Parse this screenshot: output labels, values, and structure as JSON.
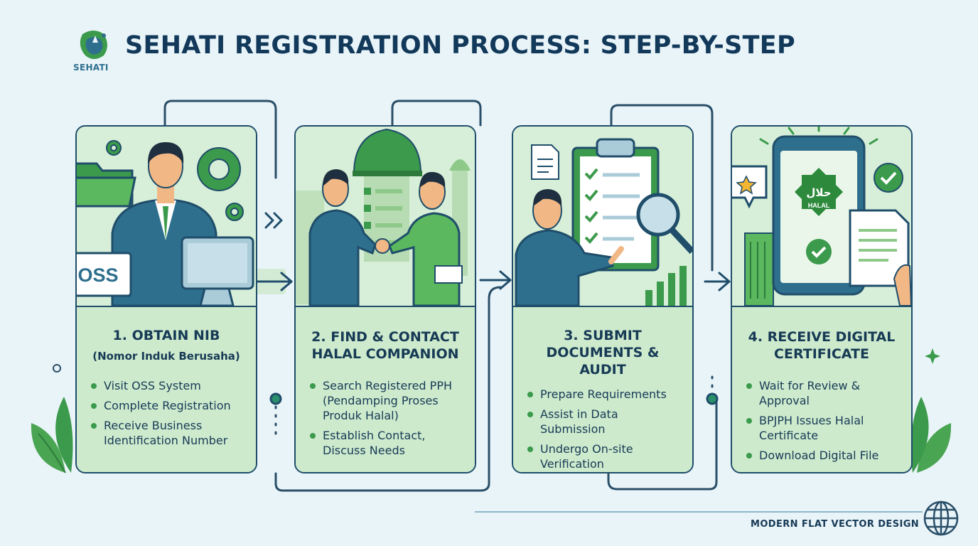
{
  "header": {
    "logo_text": "SEHATI",
    "title": "SEHATI REGISTRATION PROCESS: STEP-BY-STEP"
  },
  "steps": [
    {
      "title": "1. OBTAIN NIB",
      "subtitle": "(Nomor Induk Berusaha)",
      "badge": "OSS",
      "bullets": [
        "Visit OSS System",
        "Complete Registration",
        "Receive Business Identification Number"
      ]
    },
    {
      "title": "2. FIND & CONTACT HALAL COMPANION",
      "subtitle": "",
      "bullets": [
        "Search Registered PPH (Pendamping Proses Produk Halal)",
        "Establish Contact, Discuss Needs"
      ]
    },
    {
      "title": "3. SUBMIT DOCUMENTS & AUDIT",
      "subtitle": "",
      "bullets": [
        "Prepare Requirements",
        "Assist in Data Submission",
        "Undergo On-site Verification"
      ]
    },
    {
      "title": "4. RECEIVE DIGITAL CERTIFICATE",
      "subtitle": "",
      "halal_arabic": "حلال",
      "halal_latin": "HALAL",
      "bullets": [
        "Wait for Review & Approval",
        "BPJPH Issues Halal Certificate",
        "Download Digital File"
      ]
    }
  ],
  "footer": {
    "text": "MODERN FLAT VECTOR DESIGN"
  },
  "colors": {
    "background": "#e9f4f9",
    "card": "#d7efd8",
    "panel": "#cdeacd",
    "navy": "#1f4d6a",
    "green": "#3b9a4b",
    "connector": "#2a4f68"
  }
}
